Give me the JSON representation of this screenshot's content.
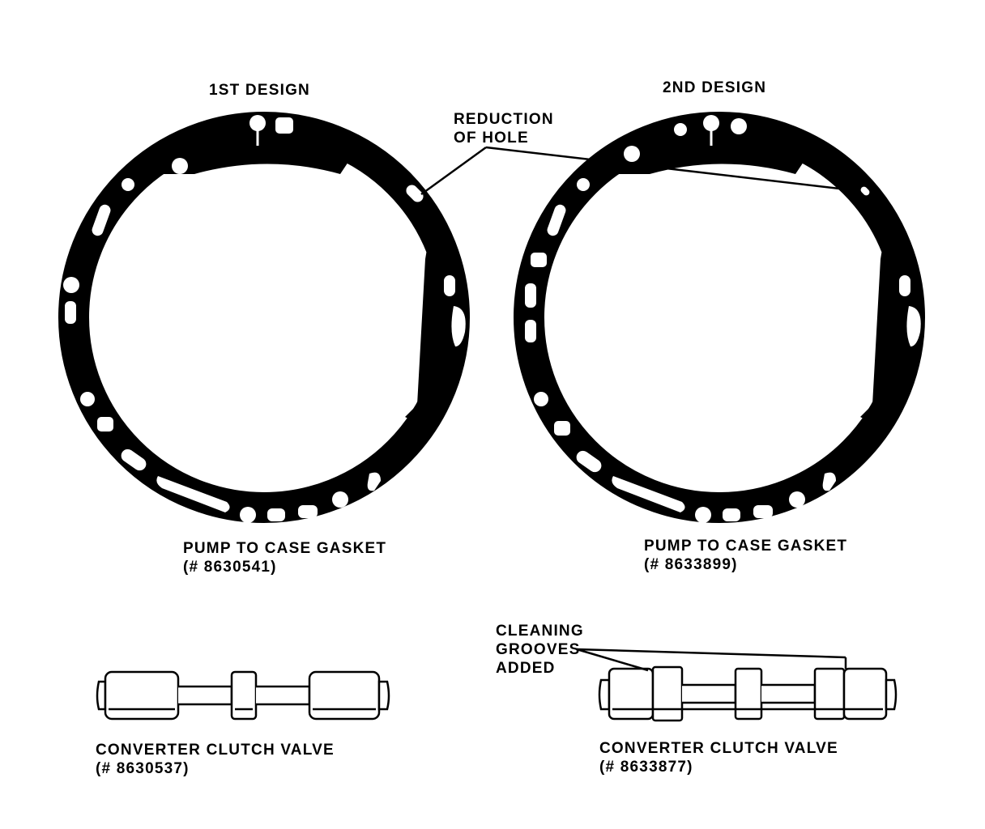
{
  "design1": {
    "title": "1ST DESIGN",
    "gasket": {
      "name": "PUMP TO CASE GASKET",
      "part": "(# 8630541)"
    },
    "valve": {
      "name": "CONVERTER CLUTCH VALVE",
      "part": "(# 8630537)"
    }
  },
  "design2": {
    "title": "2ND  DESIGN",
    "gasket": {
      "name": "PUMP TO CASE GASKET",
      "part": "(# 8633899)"
    },
    "valve": {
      "name": "CONVERTER CLUTCH VALVE",
      "part": "(# 8633877)"
    }
  },
  "callouts": {
    "reduction": {
      "line1": "REDUCTION",
      "line2": "OF HOLE"
    },
    "grooves": {
      "line1": "CLEANING",
      "line2": "GROOVES",
      "line3": "ADDED"
    }
  },
  "colors": {
    "ink": "#000000",
    "paper": "#ffffff"
  }
}
